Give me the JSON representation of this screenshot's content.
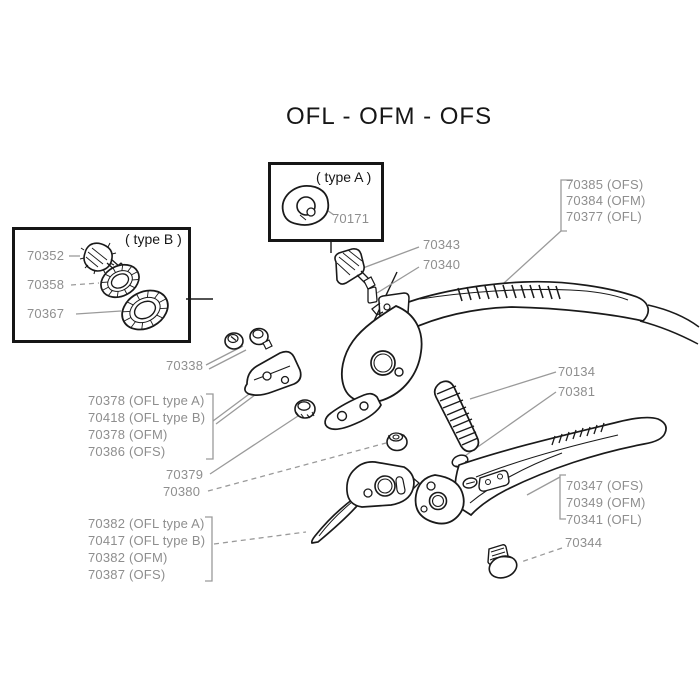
{
  "page": {
    "title": "OFL - OFM - OFS"
  },
  "insets": {
    "type_a": {
      "title": "( type A )",
      "part": "70171"
    },
    "type_b": {
      "title": "( type B )",
      "parts": [
        "70352",
        "70358",
        "70367"
      ]
    }
  },
  "callouts": {
    "upper_handle": [
      "70385 (OFS)",
      "70384 (OFM)",
      "70377 (OFL)"
    ],
    "catch_button": "70343",
    "catch_pin": "70340",
    "fasteners": "70338",
    "counter_blade": [
      "70378 (OFL type A)",
      "70418 (OFL type B)",
      "70378 (OFM)",
      "70386 (OFS)"
    ],
    "spring": "70134",
    "shock_absorber": "70381",
    "nut_front": "70379",
    "nut_center": "70380",
    "blade": [
      "70382 (OFL type A)",
      "70417 (OFL type B)",
      "70382 (OFM)",
      "70387 (OFS)"
    ],
    "lower_handle": [
      "70347 (OFS)",
      "70349 (OFM)",
      "70341 (OFL)"
    ],
    "plug": "70344"
  },
  "colors": {
    "line_art": "#1a1a1a",
    "callout_text": "#8e8e8e",
    "leader": "#9a9a9a"
  }
}
